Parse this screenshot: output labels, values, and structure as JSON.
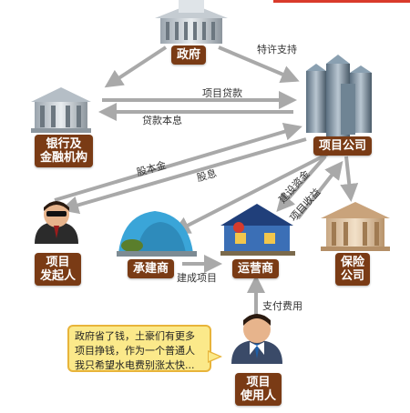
{
  "nodes": {
    "government": "政府",
    "bank": "银行及\n金融机构",
    "project_company": "项目公司",
    "sponsor": "项目\n发起人",
    "contractor": "承建商",
    "operator": "运营商",
    "insurance": "保险\n公司",
    "user": "项目\n使用人"
  },
  "edges": {
    "franchise": "特许支持",
    "project_loan": "项目贷款",
    "loan_principal_interest": "贷款本息",
    "equity_capital": "股本金",
    "dividend": "股息",
    "construction_funds": "建设资金",
    "project_revenue": "项目收益",
    "build_project": "建成项目",
    "pay_fees": "支付费用"
  },
  "speech_bubble": {
    "line1": "政府省了钱，土豪们有更多",
    "line2": "项目挣钱，作为一个普通人",
    "line3": "我只希望水电费别涨太快..."
  },
  "colors": {
    "label_bg": "#7a3b15",
    "arrow": "#a9a9a9",
    "bubble_bg": "#fbe98a",
    "bubble_border": "#e8b43a"
  }
}
